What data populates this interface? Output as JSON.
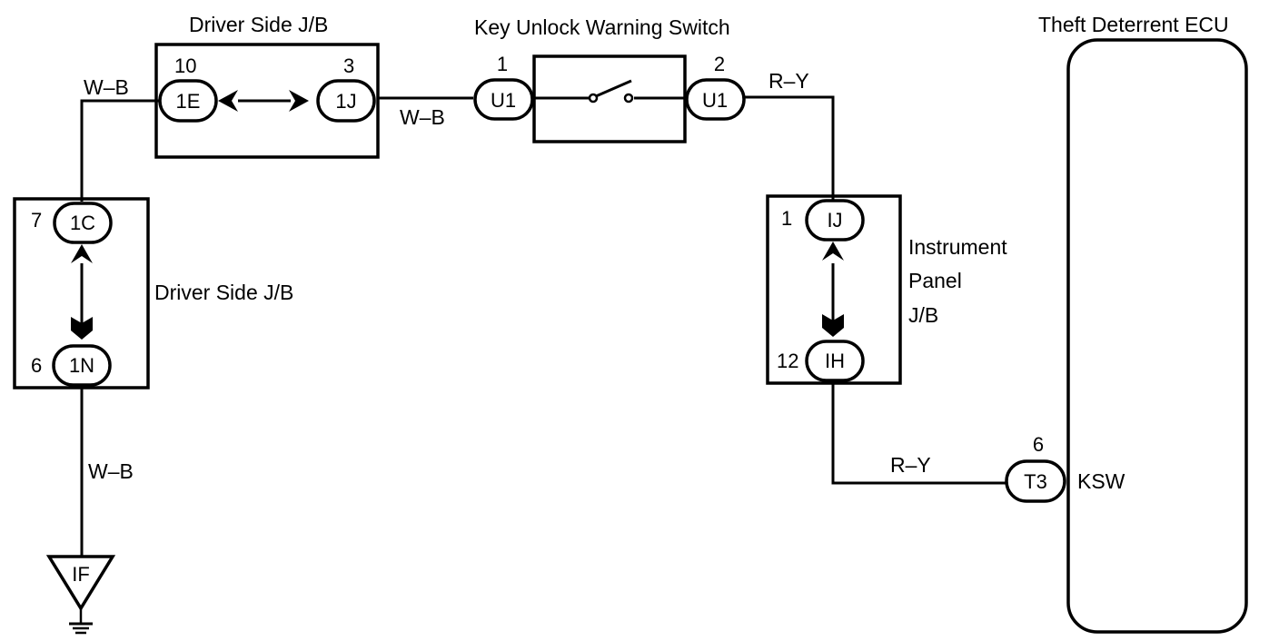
{
  "diagram": {
    "colors": {
      "line": "#000000",
      "background": "#ffffff"
    },
    "components": {
      "driver_jb_top": {
        "label": "Driver Side J/B",
        "connectors": [
          {
            "id": "1E",
            "pin": "10"
          },
          {
            "id": "1J",
            "pin": "3"
          }
        ]
      },
      "key_switch": {
        "label": "Key Unlock Warning Switch",
        "connectors": [
          {
            "id": "U1",
            "pin": "1"
          },
          {
            "id": "U1",
            "pin": "2"
          }
        ]
      },
      "driver_jb_left": {
        "label": "Driver Side J/B",
        "connectors": [
          {
            "id": "1C",
            "pin": "7"
          },
          {
            "id": "1N",
            "pin": "6"
          }
        ]
      },
      "instrument_jb": {
        "label_lines": [
          "Instrument",
          "Panel",
          "J/B"
        ],
        "connectors": [
          {
            "id": "IJ",
            "pin": "1"
          },
          {
            "id": "IH",
            "pin": "12"
          }
        ]
      },
      "ecu": {
        "label": "Theft Deterrent ECU",
        "connector": {
          "id": "T3",
          "pin": "6"
        },
        "terminal": "KSW"
      },
      "ground": {
        "id": "IF"
      }
    },
    "wires": {
      "wb_top_left": "W–B",
      "wb_mid": "W–B",
      "wb_bottom": "W–B",
      "ry_top": "R–Y",
      "ry_bottom": "R–Y"
    }
  }
}
